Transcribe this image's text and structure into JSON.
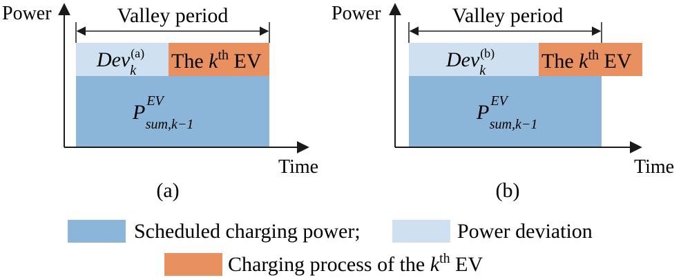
{
  "colors": {
    "scheduled": "#8cb6d9",
    "deviation": "#cfe1f0",
    "charging": "#e89060",
    "axis": "#1a1a1a"
  },
  "icons": {
    "axis_arrow": "arrow-head-icon",
    "span_arrow": "double-arrow-icon"
  },
  "panel_a": {
    "y_axis_label": "Power",
    "x_axis_label": "Time",
    "span_label": "Valley period",
    "dev_base": "Dev",
    "dev_sub": "k",
    "dev_sup": "(a)",
    "ev_pre": "The ",
    "ev_k": "k",
    "ev_sup": "th",
    "ev_post": " EV",
    "p_base": "P",
    "p_sup": "EV",
    "p_sub": "sum,k−1",
    "caption": "(a)"
  },
  "panel_b": {
    "y_axis_label": "Power",
    "x_axis_label": "Time",
    "span_label": "Valley period",
    "dev_base": "Dev",
    "dev_sub": "k",
    "dev_sup": "(b)",
    "ev_pre": "The ",
    "ev_k": "k",
    "ev_sup": "th",
    "ev_post": " EV",
    "p_base": "P",
    "p_sup": "EV",
    "p_sub": "sum,k−1",
    "caption": "(b)"
  },
  "legend": {
    "scheduled_label": "Scheduled charging power;",
    "deviation_label": "Power deviation",
    "charging_pre": "Charging process of the ",
    "charging_k": "k",
    "charging_sup": "th",
    "charging_post": " EV"
  }
}
